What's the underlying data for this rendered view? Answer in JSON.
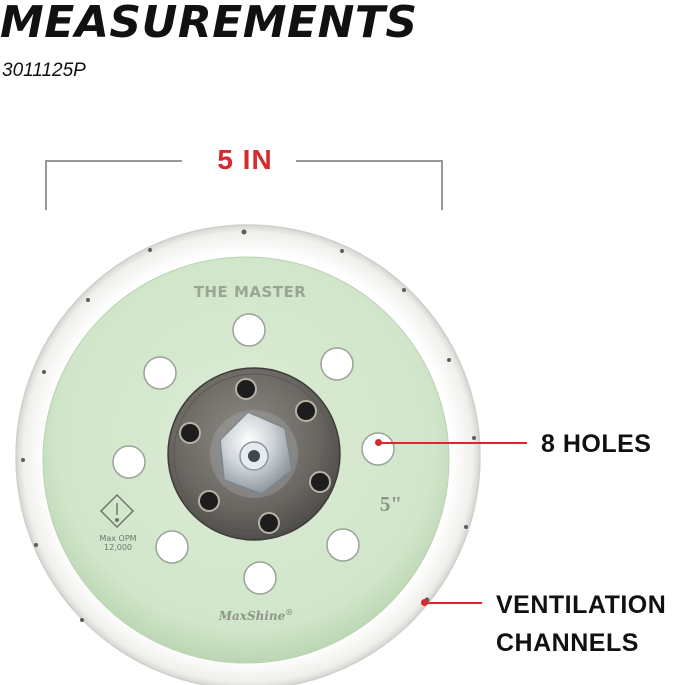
{
  "header": {
    "title": "MEASUREMENTS",
    "sku": "3011125P"
  },
  "dimension": {
    "label": "5 IN"
  },
  "pad": {
    "top_text": "THE MASTER",
    "size_mark": "5\"",
    "rpm_text_1": "Max OPM",
    "rpm_text_2": "12,000",
    "brand": "MaxShine",
    "brand_mark": "®"
  },
  "callouts": {
    "holes": "8 HOLES",
    "ventilation_line1": "VENTILATION",
    "ventilation_line2": "CHANNELS"
  },
  "colors": {
    "accent": "#d8292f",
    "pad_face": "#d5e8cf",
    "pad_rim": "#f3f3f1",
    "hub": "#6e6c68"
  }
}
